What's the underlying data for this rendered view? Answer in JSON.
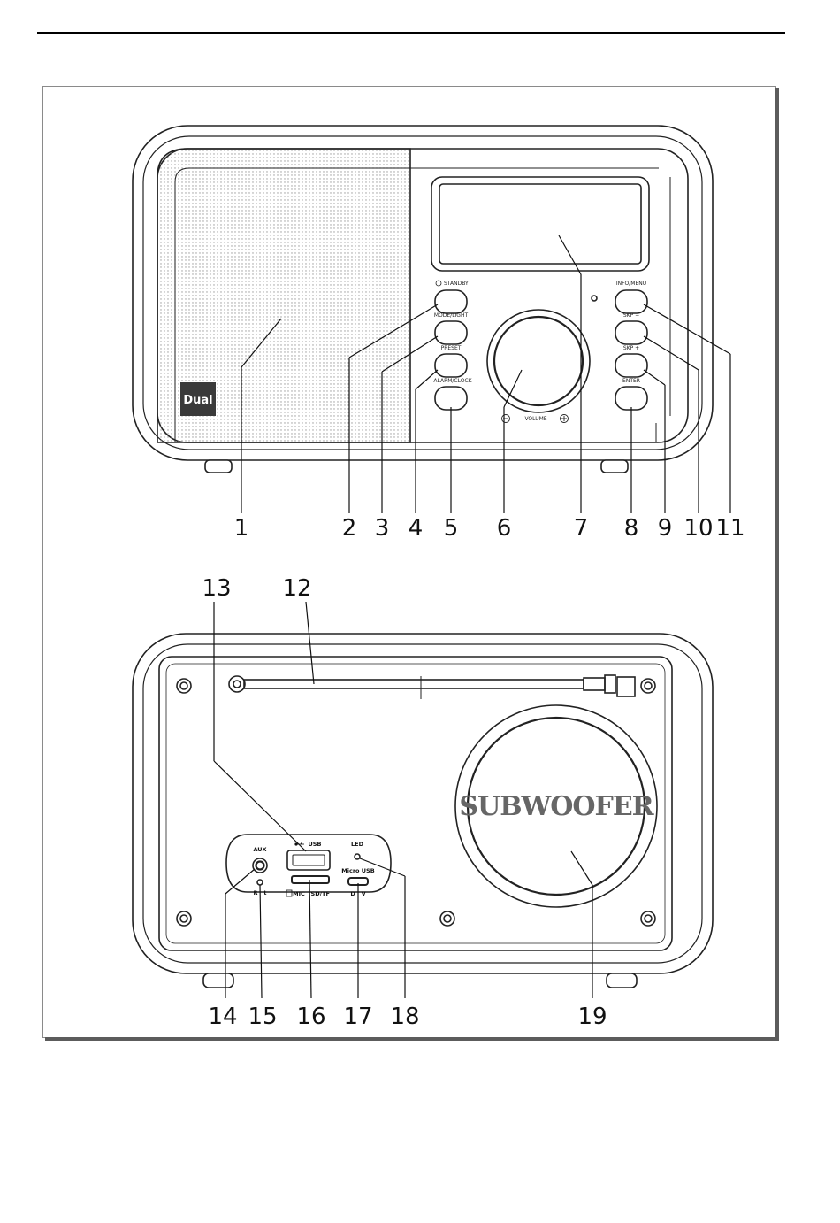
{
  "front_panel": {
    "brand": "Dual",
    "button_labels": {
      "standby": "STANDBY",
      "mode_light": "MODE/LIGHT",
      "preset": "PRESET",
      "alarm_clock": "ALARM/CLOCK",
      "info_menu": "INFO/MENU",
      "skip_minus": "SKP −",
      "skip_plus": "SKP +",
      "enter": "ENTER"
    },
    "volume_label": "VOLUME",
    "callouts": [
      "1",
      "2",
      "3",
      "4",
      "5",
      "6",
      "7",
      "8",
      "9",
      "10",
      "11"
    ]
  },
  "rear_panel": {
    "subwoofer_label": "SUBWOOFER",
    "jack_labels": {
      "aux": "AUX",
      "usb": "USB",
      "led": "LED",
      "micro_usb": "Micro USB",
      "reset": "R   t",
      "micro_sd": "MIC   SD/TF",
      "dc": "D   V"
    },
    "callouts": [
      "12",
      "13",
      "14",
      "15",
      "16",
      "17",
      "18",
      "19"
    ]
  }
}
